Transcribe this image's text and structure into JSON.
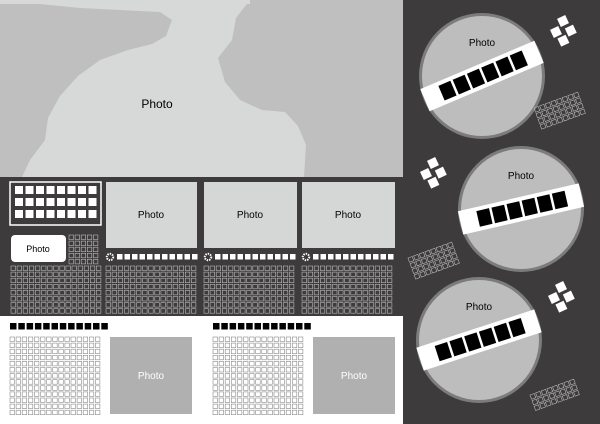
{
  "labels": {
    "main_photo": "Photo",
    "small_photo": "Photo",
    "photo_mid_1": "Photo",
    "photo_mid_2": "Photo",
    "photo_mid_3": "Photo",
    "photo_bottom_1": "Photo",
    "photo_bottom_2": "Photo",
    "circle_1": "Photo",
    "circle_2": "Photo",
    "circle_3": "Photo"
  },
  "colors": {
    "background": "#3d3b3b",
    "photo_light": "#d5d6d6",
    "photo_mid": "#bdbdbd",
    "photo_dark": "#a8a8a8",
    "white": "#ffffff",
    "black": "#000000"
  }
}
